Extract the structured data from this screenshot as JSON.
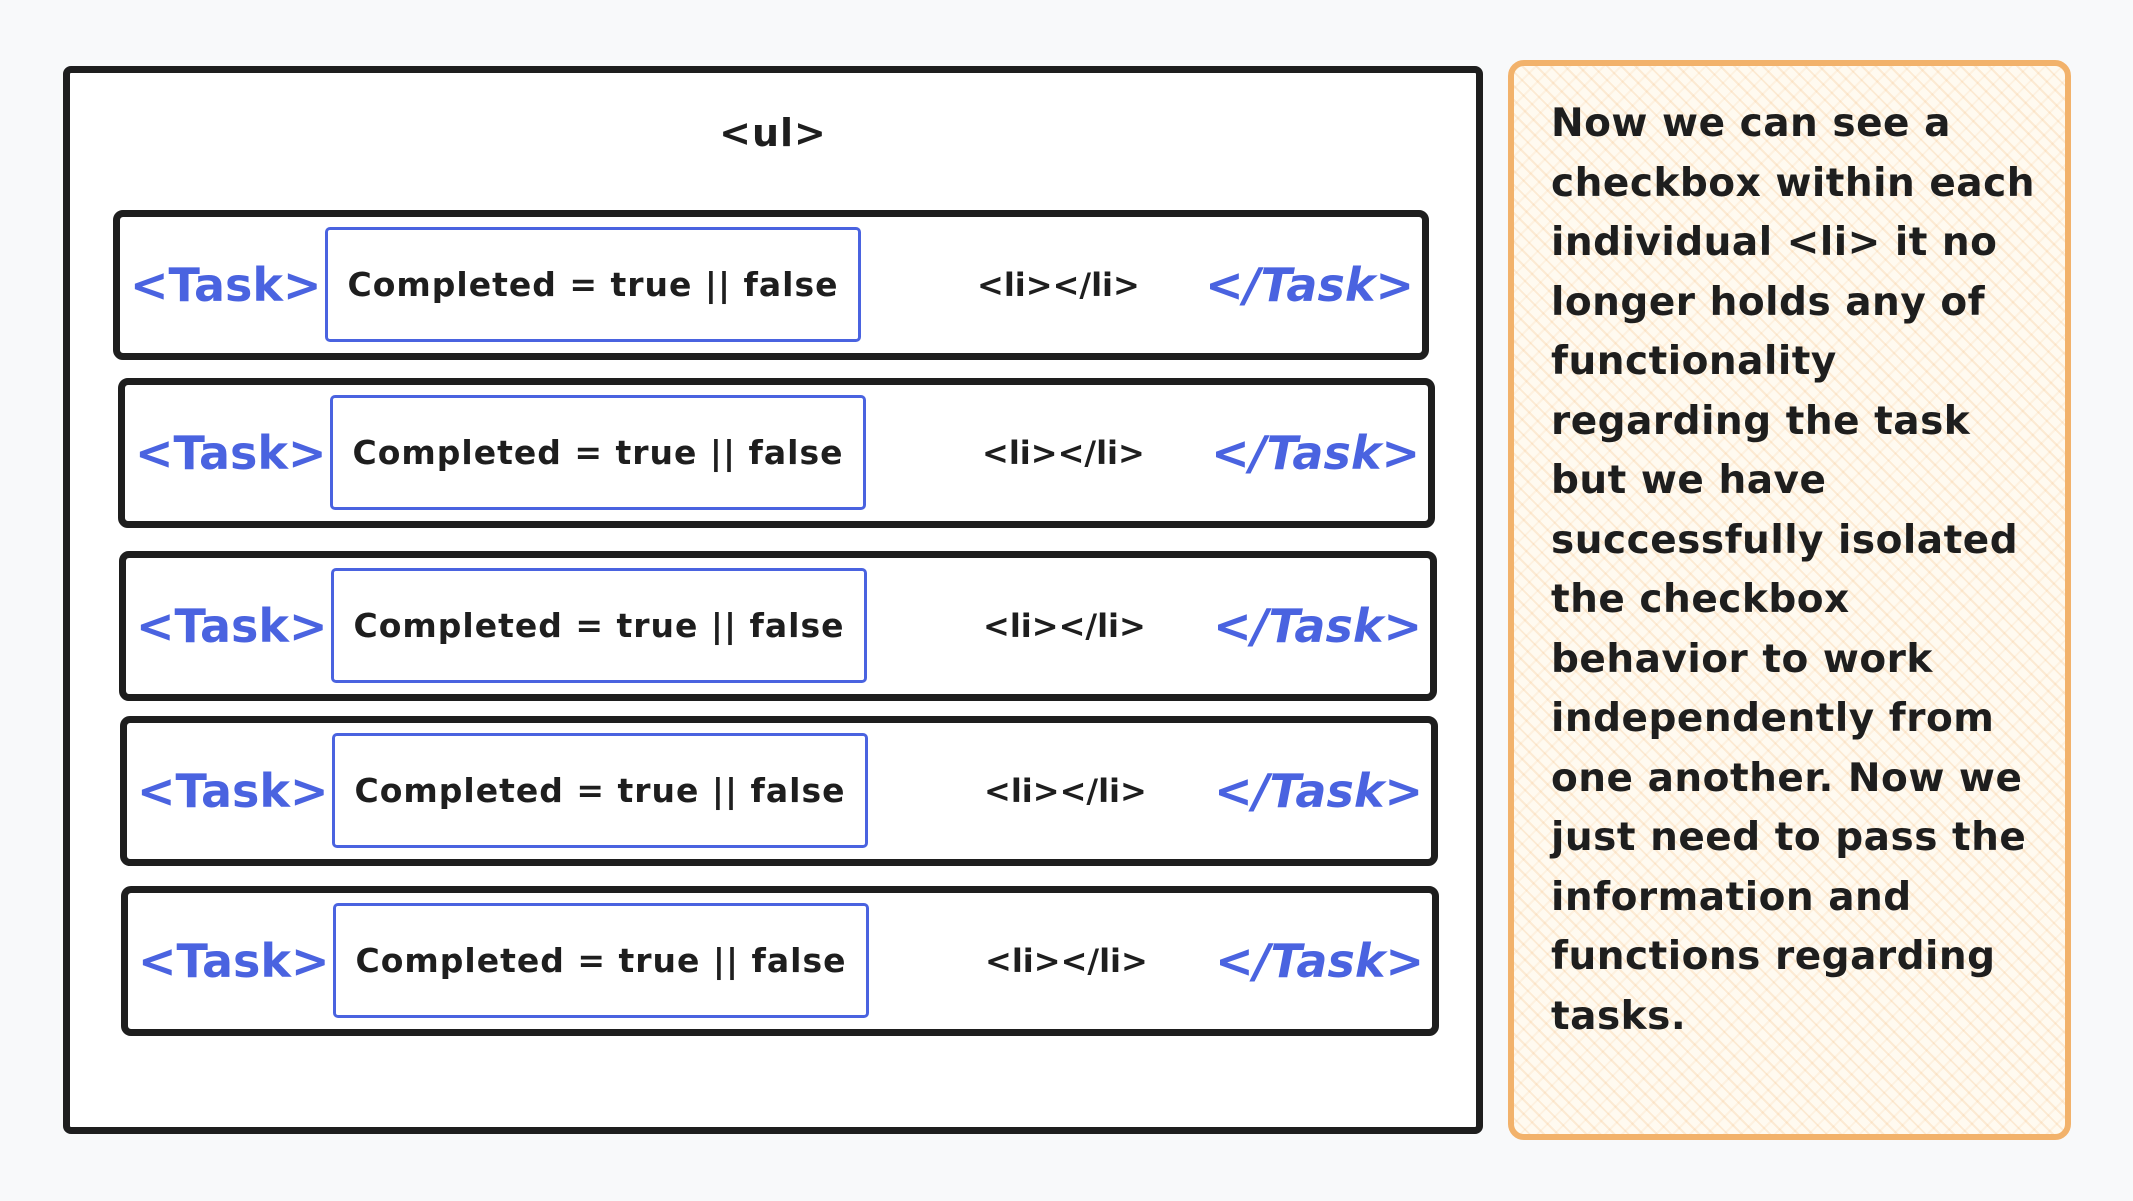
{
  "diagram": {
    "ul_label": "<ul>",
    "rows": [
      {
        "open_tag": "<Task>",
        "state_text": "Completed = true || false",
        "li_text": "<li></li>",
        "close_tag": "</Task>"
      },
      {
        "open_tag": "<Task>",
        "state_text": "Completed = true || false",
        "li_text": "<li></li>",
        "close_tag": "</Task>"
      },
      {
        "open_tag": "<Task>",
        "state_text": "Completed = true || false",
        "li_text": "<li></li>",
        "close_tag": "</Task>"
      },
      {
        "open_tag": "<Task>",
        "state_text": "Completed = true || false",
        "li_text": "<li></li>",
        "close_tag": "</Task>"
      },
      {
        "open_tag": "<Task>",
        "state_text": "Completed = true || false",
        "li_text": "<li></li>",
        "close_tag": "</Task>"
      }
    ]
  },
  "note": {
    "text": "Now we can see a checkbox within each individual <li> it no longer holds any of functionality regarding the task but we have successfully isolated the checkbox behavior to work independently from one another. Now we just need to pass the information and functions regarding tasks."
  },
  "colors": {
    "accent_blue": "#4a63e0",
    "outline": "#1e1e1e",
    "note_border": "#f2b26b",
    "background": "#f8f9fa"
  }
}
